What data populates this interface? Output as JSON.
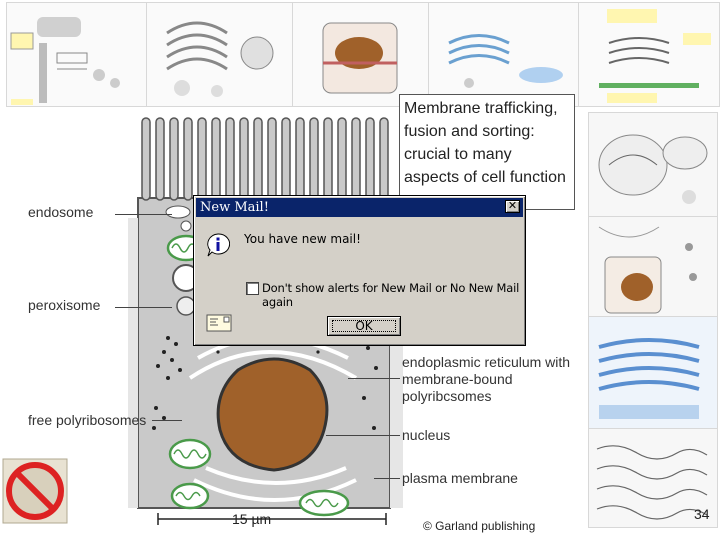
{
  "diagram": {
    "labels": {
      "endosome": "endosome",
      "peroxisome": "peroxisome",
      "free_polyribosomes": "free polyribosomes",
      "er": "endoplasmic reticulum with membrane-bound polyribcsomes",
      "nucleus": "nucleus",
      "plasma_membrane": "plasma membrane"
    },
    "scale_bar": "15 µm"
  },
  "caption": {
    "text": "Membrane trafficking, fusion and sorting: crucial to many aspects of cell function"
  },
  "dialog": {
    "title": "New Mail!",
    "close_glyph": "✕",
    "message": "You have new mail!",
    "checkbox_label": "Don't show alerts for New Mail or No New Mail again",
    "checkbox_checked": false,
    "ok_label": "OK"
  },
  "footer": {
    "credit": "© Garland publishing",
    "page_number": "34"
  },
  "colors": {
    "titlebar": "#0a246a",
    "dialog_face": "#d4d0c8",
    "mito_green": "#4a9a4a",
    "nucleus_brown": "#a0612a"
  }
}
